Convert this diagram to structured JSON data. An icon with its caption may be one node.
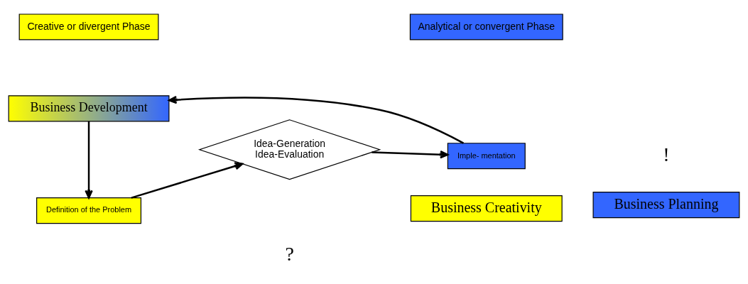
{
  "diagram": {
    "nodes": [
      {
        "text": [
          "Business Development"
        ]
      },
      {
        "text": [
          "Creative or divergent Phase"
        ]
      },
      {
        "text": [
          "Analytical or convergent Phase"
        ]
      },
      {
        "text": [
          "Definition of the Problem"
        ]
      },
      {
        "text": [
          "Imple- mentation"
        ]
      },
      {
        "text": [
          "Idea-Generation",
          "Idea-Evaluation"
        ]
      },
      {
        "text": [
          "Business Creativity"
        ]
      },
      {
        "text": [
          "Business Planning"
        ]
      }
    ],
    "edges": [
      {
        "from": 3,
        "to": 5,
        "arrow": "to"
      },
      {
        "from": 5,
        "to": 4,
        "arrow": "to"
      },
      {
        "from": 4,
        "to": 0,
        "arrow": "to"
      },
      {
        "from": 0,
        "to": 3,
        "arrow": "to"
      }
    ],
    "labels": [
      "?",
      "!"
    ]
  }
}
